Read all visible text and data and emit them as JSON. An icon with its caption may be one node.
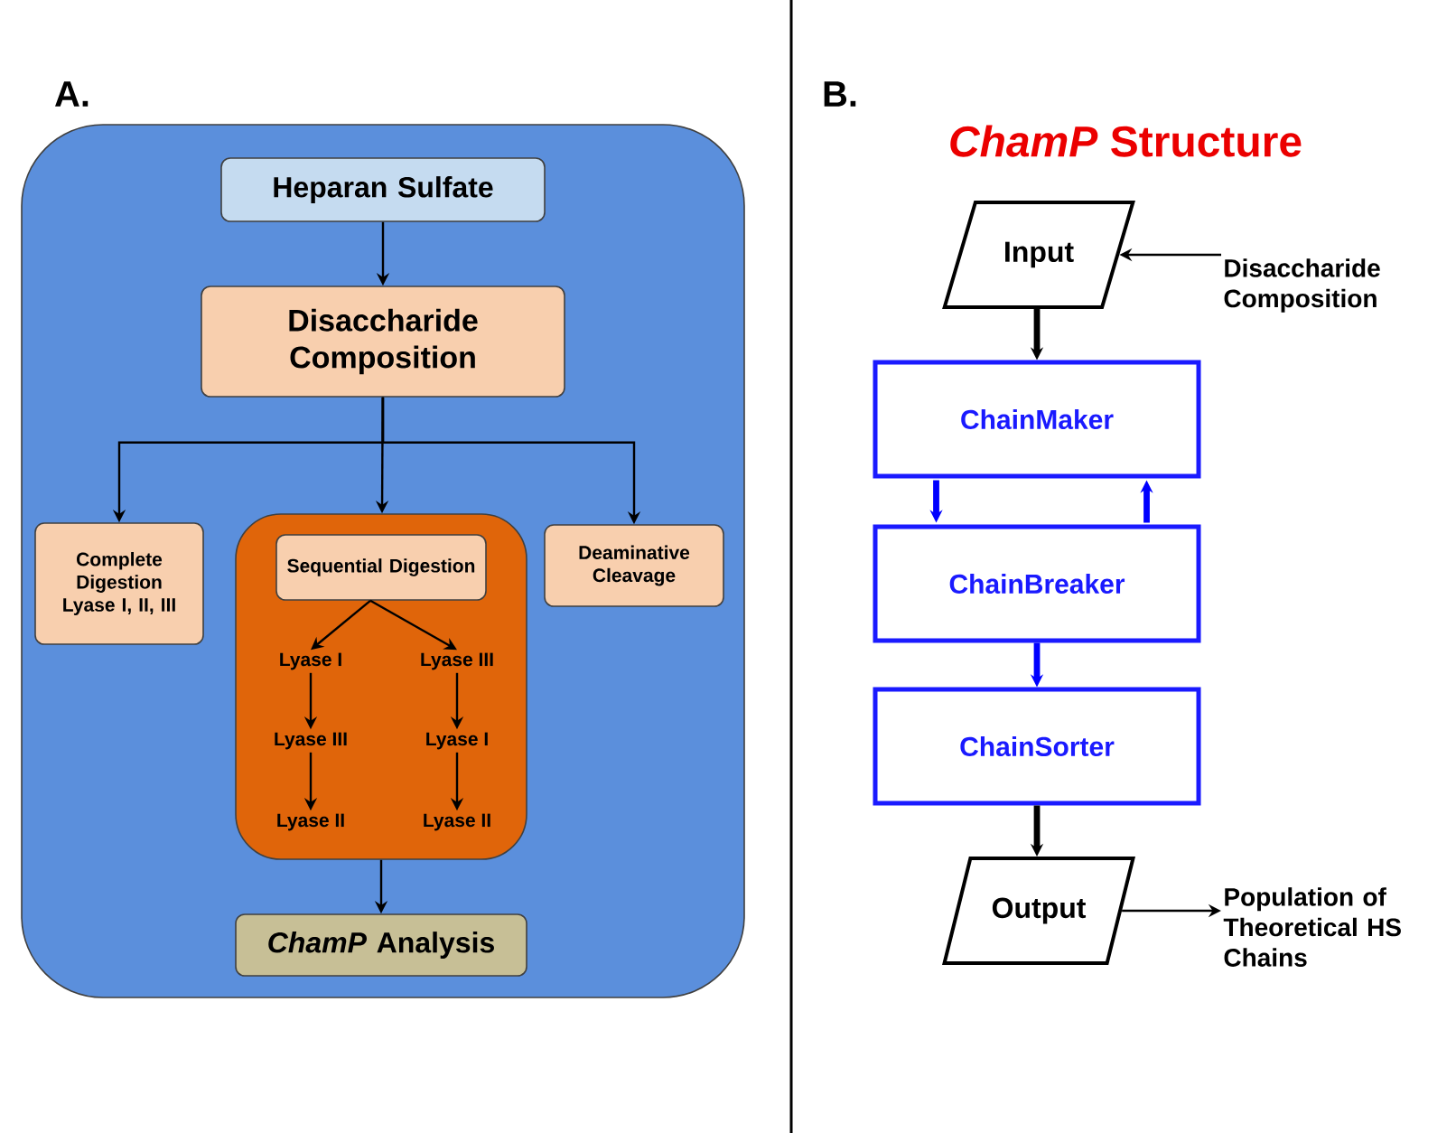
{
  "diagram": {
    "title": "*ChamP* Structure",
    "nodes": [
      {
        "text": [],
        "shape": "box"
      },
      {
        "text": [
          "Heparan Sulfate"
        ],
        "in": 0
      },
      {
        "text": [
          "Disaccharide Composition"
        ],
        "in": 0
      },
      {
        "text": [
          "Complete Digestion Lyase I, II, III"
        ],
        "in": 0
      },
      {
        "text": [],
        "shape": "box",
        "in": 0
      },
      {
        "text": [
          "Sequential Digestion"
        ],
        "in": 4
      },
      {
        "text": [
          "Lyase I"
        ],
        "in": 4
      },
      {
        "text": [
          "Lyase III"
        ],
        "in": 4
      },
      {
        "text": [
          "Lyase III"
        ],
        "in": 4
      },
      {
        "text": [
          "Lyase I"
        ],
        "in": 4
      },
      {
        "text": [
          "Lyase II"
        ],
        "in": 4
      },
      {
        "text": [
          "Lyase II"
        ],
        "in": 4
      },
      {
        "text": [
          "Deaminative Cleavage"
        ],
        "in": 0
      },
      {
        "text": [
          "*ChamP* Analysis"
        ],
        "in": 0
      },
      {
        "text": [
          "Input"
        ]
      },
      {
        "text": [
          "Disaccharide Composition"
        ]
      },
      {
        "text": [
          "ChainMaker"
        ]
      },
      {
        "text": [
          "ChainBreaker"
        ]
      },
      {
        "text": [
          "ChainSorter"
        ]
      },
      {
        "text": [
          "Output"
        ]
      },
      {
        "text": [
          "Population of Theoretical HS Chains"
        ]
      }
    ],
    "edges": [
      {
        "from": 1,
        "to": 2,
        "arrow": "to"
      },
      {
        "from": 2,
        "to": 3,
        "arrow": "to"
      },
      {
        "from": 2,
        "to": 4,
        "arrow": "to"
      },
      {
        "from": 2,
        "to": 12,
        "arrow": "to"
      },
      {
        "from": 5,
        "to": 6,
        "arrow": "to"
      },
      {
        "from": 5,
        "to": 7,
        "arrow": "to"
      },
      {
        "from": 6,
        "to": 8,
        "arrow": "to"
      },
      {
        "from": 8,
        "to": 10,
        "arrow": "to"
      },
      {
        "from": 7,
        "to": 9,
        "arrow": "to"
      },
      {
        "from": 9,
        "to": 11,
        "arrow": "to"
      },
      {
        "from": 4,
        "to": 13,
        "arrow": "to"
      },
      {
        "from": 15,
        "to": 14,
        "arrow": "to"
      },
      {
        "from": 14,
        "to": 16,
        "arrow": "to",
        "style": "thick"
      },
      {
        "from": 16,
        "to": 17,
        "arrow": "to",
        "style": "thick",
        "color": "#0000ff"
      },
      {
        "from": 17,
        "to": 16,
        "arrow": "to",
        "style": "thick",
        "color": "#0000ff"
      },
      {
        "from": 17,
        "to": 18,
        "arrow": "to",
        "style": "thick",
        "color": "#0000ff"
      },
      {
        "from": 18,
        "to": 19,
        "arrow": "to",
        "style": "thick"
      },
      {
        "from": 19,
        "to": 20,
        "arrow": "to"
      }
    ],
    "labels": [
      "A.",
      "B."
    ]
  }
}
